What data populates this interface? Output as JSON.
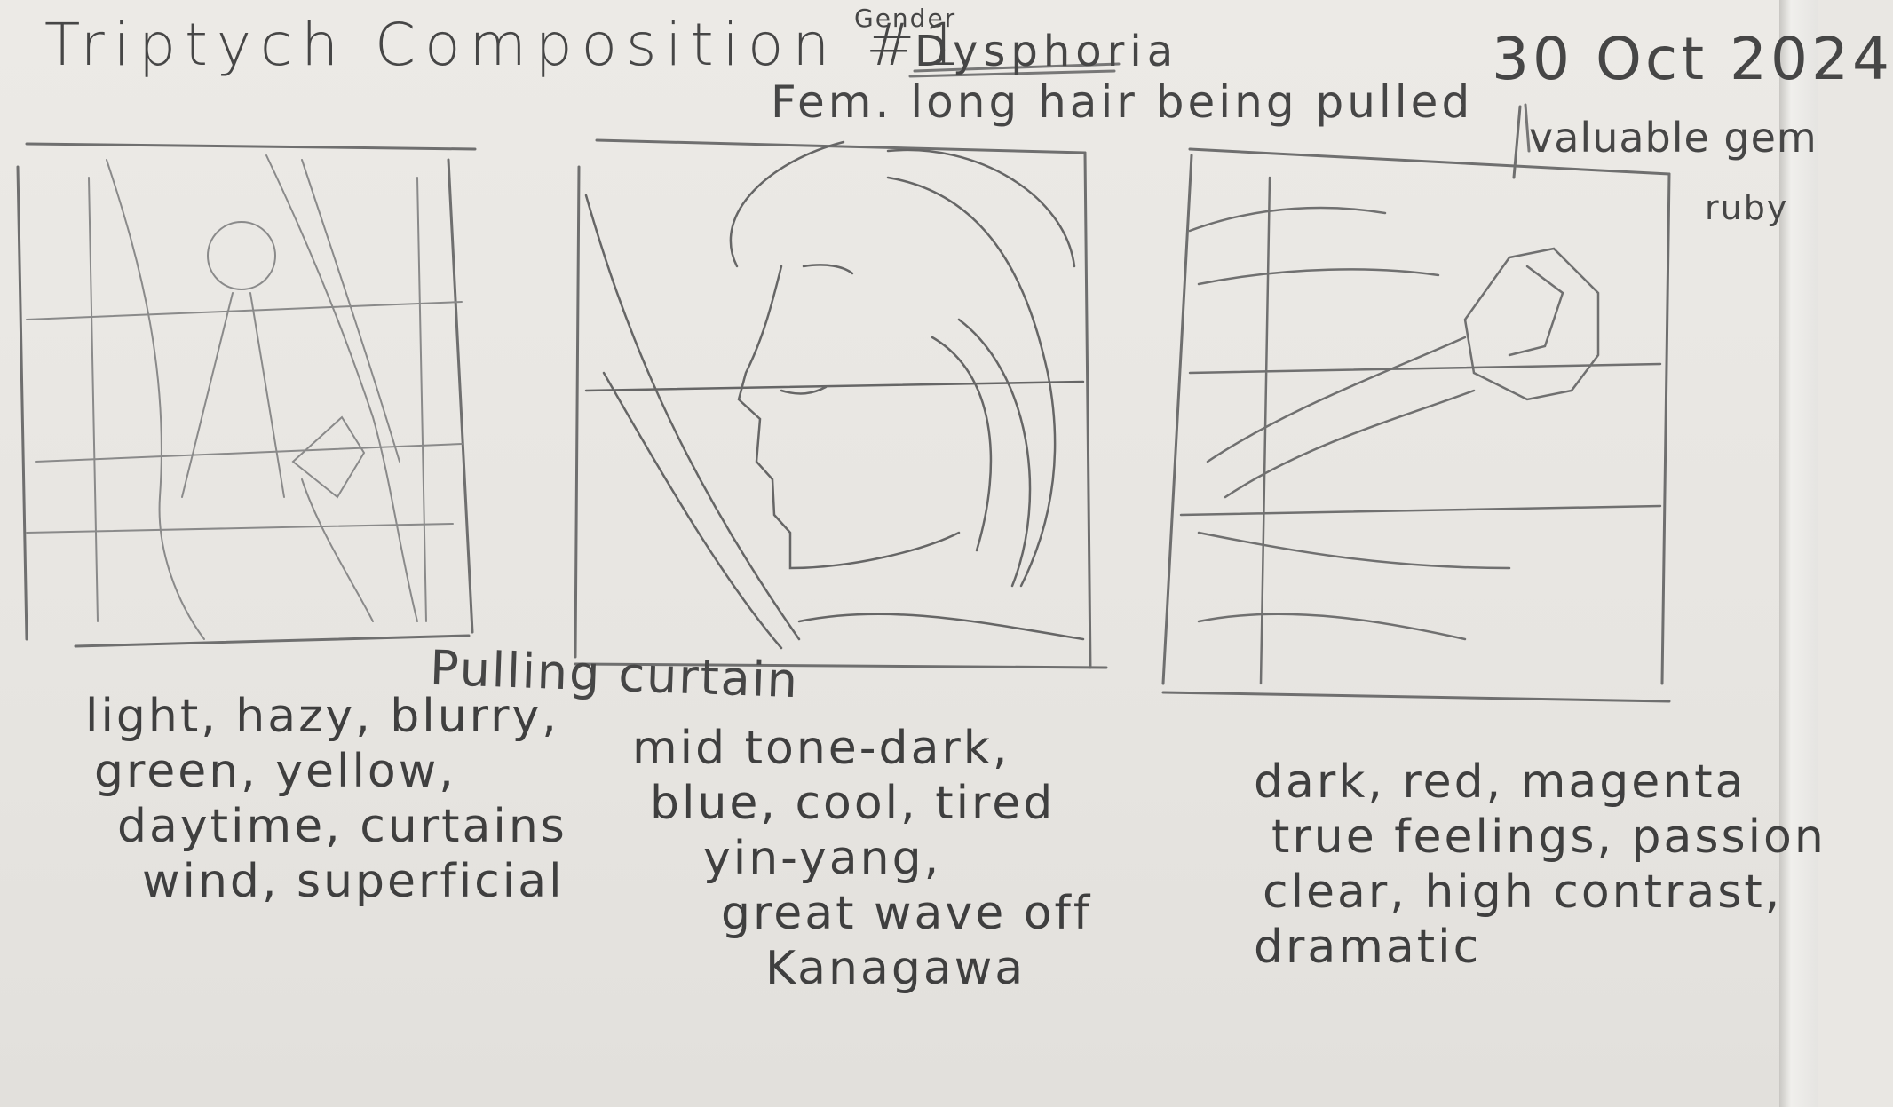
{
  "title": "Triptych Composition #1",
  "date": "30 Oct 2024",
  "annotations": {
    "gender": "Gender",
    "dysphoria": "Dysphoria",
    "hair": "Fem. long hair being pulled",
    "gem": "valuable gem",
    "ruby": "ruby"
  },
  "panels": [
    {
      "label": "Pulling curtain",
      "notes": [
        "light, hazy, blurry,",
        "green, yellow,",
        "daytime, curtains",
        "wind, superficial"
      ]
    },
    {
      "notes": [
        "mid tone-dark,",
        "blue, cool, tired",
        "yin-yang,",
        "great wave off",
        "Kanagawa"
      ]
    },
    {
      "notes": [
        "dark, red, magenta",
        "true feelings, passion",
        "clear, high contrast,",
        "dramatic"
      ]
    }
  ]
}
